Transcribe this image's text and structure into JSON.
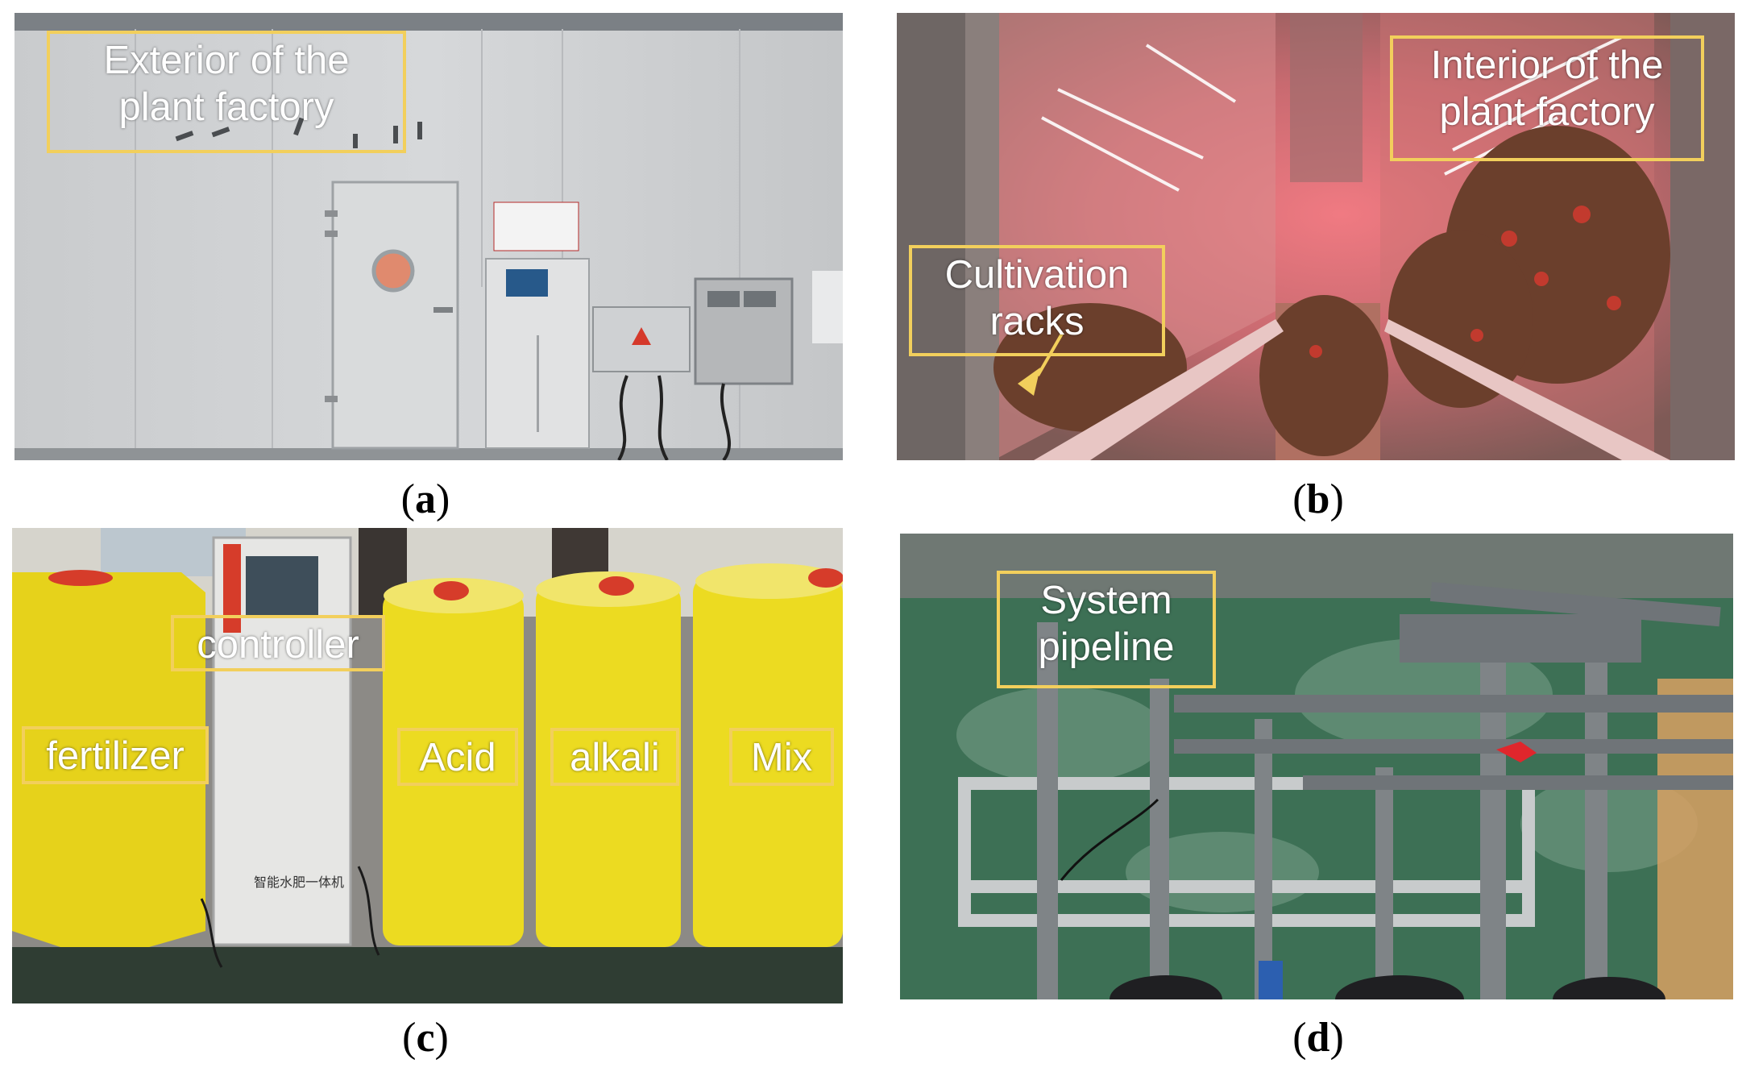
{
  "panels": {
    "a": {
      "caption_open": "(",
      "caption_letter": "a",
      "caption_close": ")",
      "labels": {
        "exterior_line1": "Exterior of the",
        "exterior_line2": "plant factory"
      }
    },
    "b": {
      "caption_open": "(",
      "caption_letter": "b",
      "caption_close": ")",
      "labels": {
        "interior_line1": "Interior of the",
        "interior_line2": "plant factory",
        "racks_line1": "Cultivation",
        "racks_line2": "racks"
      }
    },
    "c": {
      "caption_open": "(",
      "caption_letter": "c",
      "caption_close": ")",
      "labels": {
        "controller": "controller",
        "fertilizer": "fertilizer",
        "acid": "Acid",
        "alkali": "alkali",
        "mix": "Mix"
      }
    },
    "d": {
      "caption_open": "(",
      "caption_letter": "d",
      "caption_close": ")",
      "labels": {
        "pipeline_line1": "System",
        "pipeline_line2": "pipeline"
      }
    }
  },
  "colors": {
    "label_border": "#f2cf5c",
    "label_text": "#ffffff"
  }
}
